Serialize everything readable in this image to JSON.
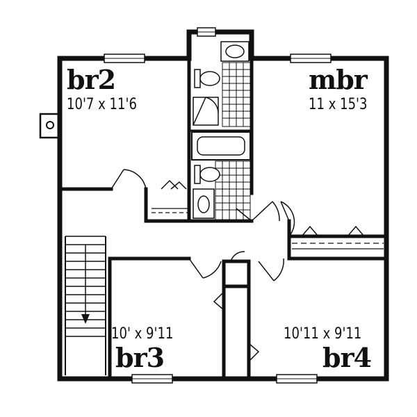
{
  "rooms": {
    "br2": {
      "name": "br2",
      "size": "10'7 x 11'6"
    },
    "mbr": {
      "name": "mbr",
      "size": "11 x 15'3"
    },
    "br3": {
      "name": "br3",
      "size": "10' x 9'11"
    },
    "br4": {
      "name": "br4",
      "size": "10'11 x 9'11"
    }
  },
  "colors": {
    "wall": "#111111",
    "background": "#ffffff",
    "fixture": "#111111"
  },
  "icons": [
    "window-icon",
    "door-swing-icon",
    "stair-arrow-icon",
    "toilet-icon",
    "bathtub-icon",
    "sink-icon",
    "shower-icon",
    "chimney-icon",
    "closet-icon"
  ]
}
